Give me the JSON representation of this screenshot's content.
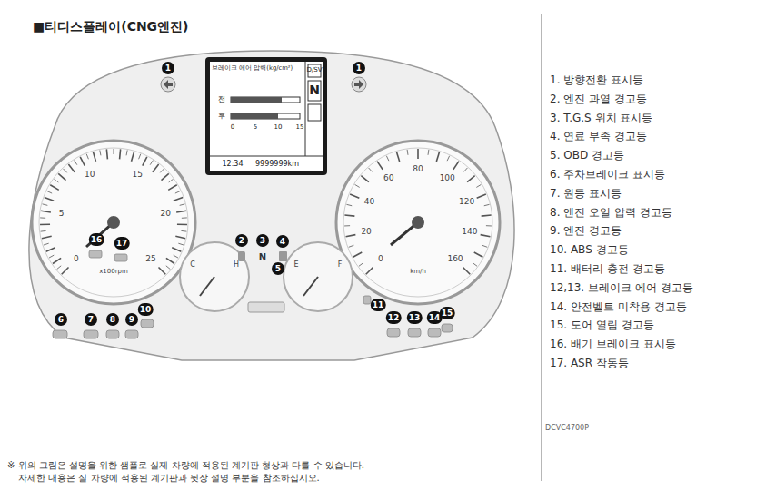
{
  "diagram": {
    "title": "■티디스플레이(CNG엔진)",
    "labels": [
      "1",
      "1",
      "2",
      "3",
      "4",
      "5",
      "6",
      "7",
      "8",
      "9",
      "10",
      "11",
      "12",
      "13",
      "14",
      "15",
      "16",
      "17",
      "브레이크 에어 압력(kg/cm²)",
      "전",
      "후",
      "0",
      "5",
      "10",
      "15",
      "D/SV",
      "N",
      "12:34",
      "9999999km",
      "N",
      "0",
      "5",
      "10",
      "15",
      "20",
      "25",
      "x100rpm",
      "0",
      "20",
      "40",
      "60",
      "80",
      "100",
      "120",
      "140",
      "160",
      "km/h",
      "C",
      "H",
      "E",
      "F",
      "1. 방향전환 표시등",
      "2. 엔진 과열 경고등",
      "3. T.G.S 위치 표시등",
      "4. 연료 부족 경고등",
      "5. OBD 경고등",
      "6. 주차브레이크 표시등",
      "7. 원등 표시등",
      "8. 엔진 오일 압력 경고등",
      "9. 엔진 경고등",
      "10. ABS 경고등",
      "11. 배터리 충전 경고등",
      "12,13. 브레이크 에어 경고등",
      "14. 안전벨트 미착용 경고등",
      "15. 도어 열림 경고등",
      "16. 배기 브레이크 표시등",
      "17. ASR 작동등",
      "DCVC4700P",
      "※ 위의 그림은 설명을 위한 샘플로 실제 차량에 적용된 계기판 형상과 다를 수 있습니다.",
      "자세한 내용은 실 차량에 적용된 계기판과 뒷장 설명 부분을 참조하십시오."
    ]
  }
}
